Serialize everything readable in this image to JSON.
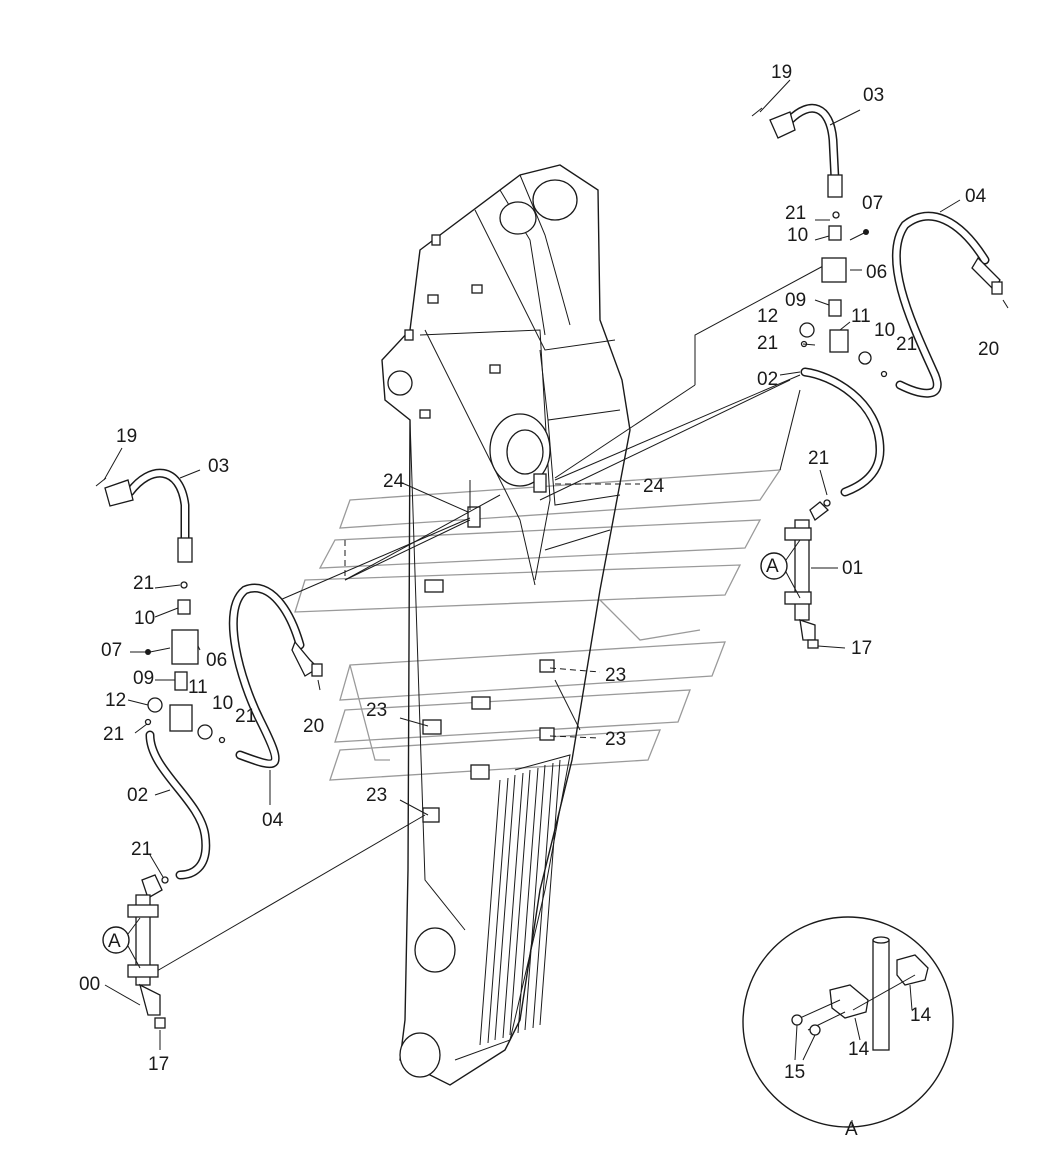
{
  "labels": {
    "p00": "00",
    "p01": "01",
    "p02": "02",
    "p03": "03",
    "p04": "04",
    "p06": "06",
    "p07": "07",
    "p09": "09",
    "p10": "10",
    "p11": "11",
    "p12": "12",
    "p14": "14",
    "p15": "15",
    "p17": "17",
    "p19": "19",
    "p20": "20",
    "p21": "21",
    "p23": "23",
    "p24": "24",
    "detail": "A"
  }
}
